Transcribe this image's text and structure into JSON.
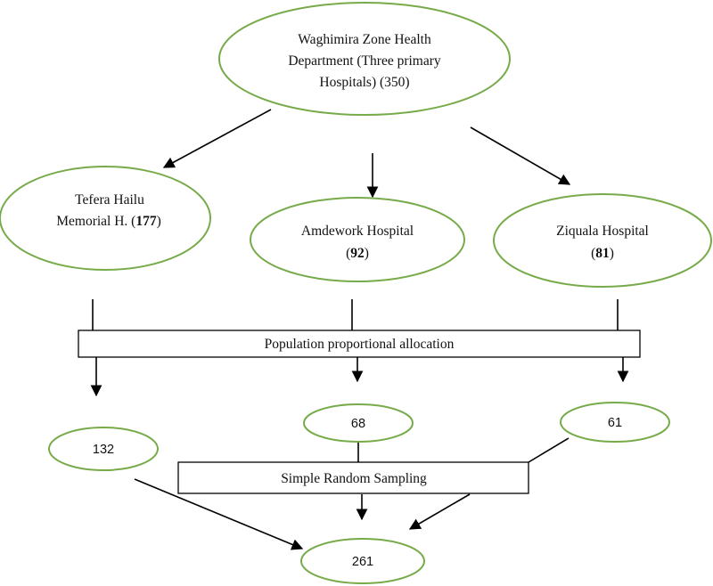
{
  "colors": {
    "node_border": "#77ab4a",
    "line": "#000000"
  },
  "root": {
    "line1": "Waghimira Zone Health",
    "line2": "Department (Three primary",
    "line3": "Hospitals) (350)"
  },
  "hospitals": [
    {
      "line1": "Tefera Hailu",
      "line2_prefix": "Memorial H. (",
      "count": "177",
      "suffix": ")"
    },
    {
      "line1": "Amdework Hospital",
      "prefix": "(",
      "count": "92",
      "suffix": ")"
    },
    {
      "line1": "Ziquala Hospital",
      "prefix": "(",
      "count": "81",
      "suffix": ")"
    }
  ],
  "allocation_label": "Population proportional allocation",
  "samples": [
    "132",
    "68",
    "61"
  ],
  "sampling_label": "Simple Random Sampling",
  "total": "261"
}
